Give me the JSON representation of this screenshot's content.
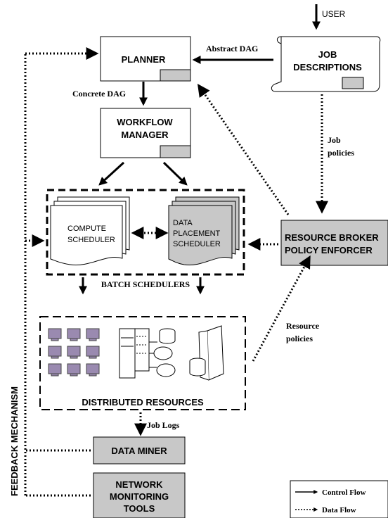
{
  "nodes": {
    "user": "USER",
    "planner": "PLANNER",
    "job_desc": [
      "JOB",
      "DESCRIPTIONS"
    ],
    "workflow": [
      "WORKFLOW",
      "MANAGER"
    ],
    "compute": [
      "COMPUTE",
      "SCHEDULER"
    ],
    "data_placement": [
      "DATA",
      "PLACEMENT",
      "SCHEDULER"
    ],
    "batch": "BATCH SCHEDULERS",
    "broker": [
      "RESOURCE BROKER",
      "POLICY ENFORCER"
    ],
    "distributed": "DISTRIBUTED RESOURCES",
    "miner": "DATA MINER",
    "network": [
      "NETWORK",
      "MONITORING",
      "TOOLS"
    ],
    "feedback": "FEEDBACK MECHANISM"
  },
  "edges": {
    "abstract_dag": "Abstract DAG",
    "concrete_dag": "Concrete DAG",
    "job_policies": [
      "Job",
      "policies"
    ],
    "resource_policies": [
      "Resource",
      "policies"
    ],
    "job_logs": "Job Logs"
  },
  "legend": {
    "control_flow": "Control Flow",
    "data_flow": "Data Flow"
  }
}
